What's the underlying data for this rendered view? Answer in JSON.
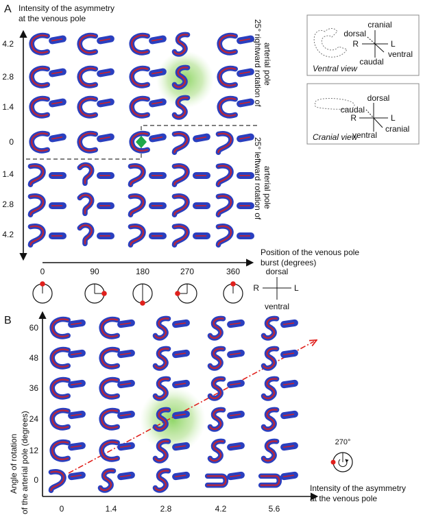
{
  "panel_a": {
    "letter": "A",
    "y_axis_title": [
      "Intensity of the asymmetry",
      "at the venous pole"
    ],
    "y_ticks": [
      "4.2",
      "2.8",
      "1.4",
      "0",
      "1.4",
      "2.8",
      "4.2"
    ],
    "x_axis_title": [
      "Position of the venous pole",
      "burst (degrees)"
    ],
    "x_ticks": [
      "0",
      "90",
      "180",
      "270",
      "360"
    ],
    "right_label_top": [
      "25° rightward rotation of",
      "arterial pole"
    ],
    "right_label_bottom": [
      "25° leftward rotation of",
      "arterial pole"
    ],
    "compass": {
      "up": "dorsal",
      "down": "ventral",
      "left": "R",
      "right": "L"
    },
    "ventral_view": {
      "caption": "Ventral view",
      "up": "cranial",
      "down": "caudal",
      "left": "R",
      "right": "L",
      "diag_up": "dorsal",
      "diag_down": "ventral"
    },
    "cranial_view": {
      "caption": "Cranial view",
      "up": "dorsal",
      "down": "ventral",
      "left": "R",
      "right": "L",
      "diag_up": "caudal",
      "diag_down": "cranial"
    }
  },
  "panel_b": {
    "letter": "B",
    "y_axis_title": [
      "Angle of rotation",
      "of the arterial pole (degrees)"
    ],
    "y_ticks": [
      "60",
      "48",
      "36",
      "24",
      "12",
      "0"
    ],
    "x_axis_title": [
      "Intensity of the asymmetry",
      "at the venous pole"
    ],
    "x_ticks": [
      "0",
      "1.4",
      "2.8",
      "4.2",
      "5.6"
    ],
    "angle_label": "270°"
  },
  "colors": {
    "tube_blue": "#2a3fbf",
    "tube_red": "#c8232c",
    "highlight_green": "#7ccf4d",
    "marker_green": "#1fa84a",
    "burst_red": "#e0201c",
    "trend_red": "#e0201c"
  }
}
